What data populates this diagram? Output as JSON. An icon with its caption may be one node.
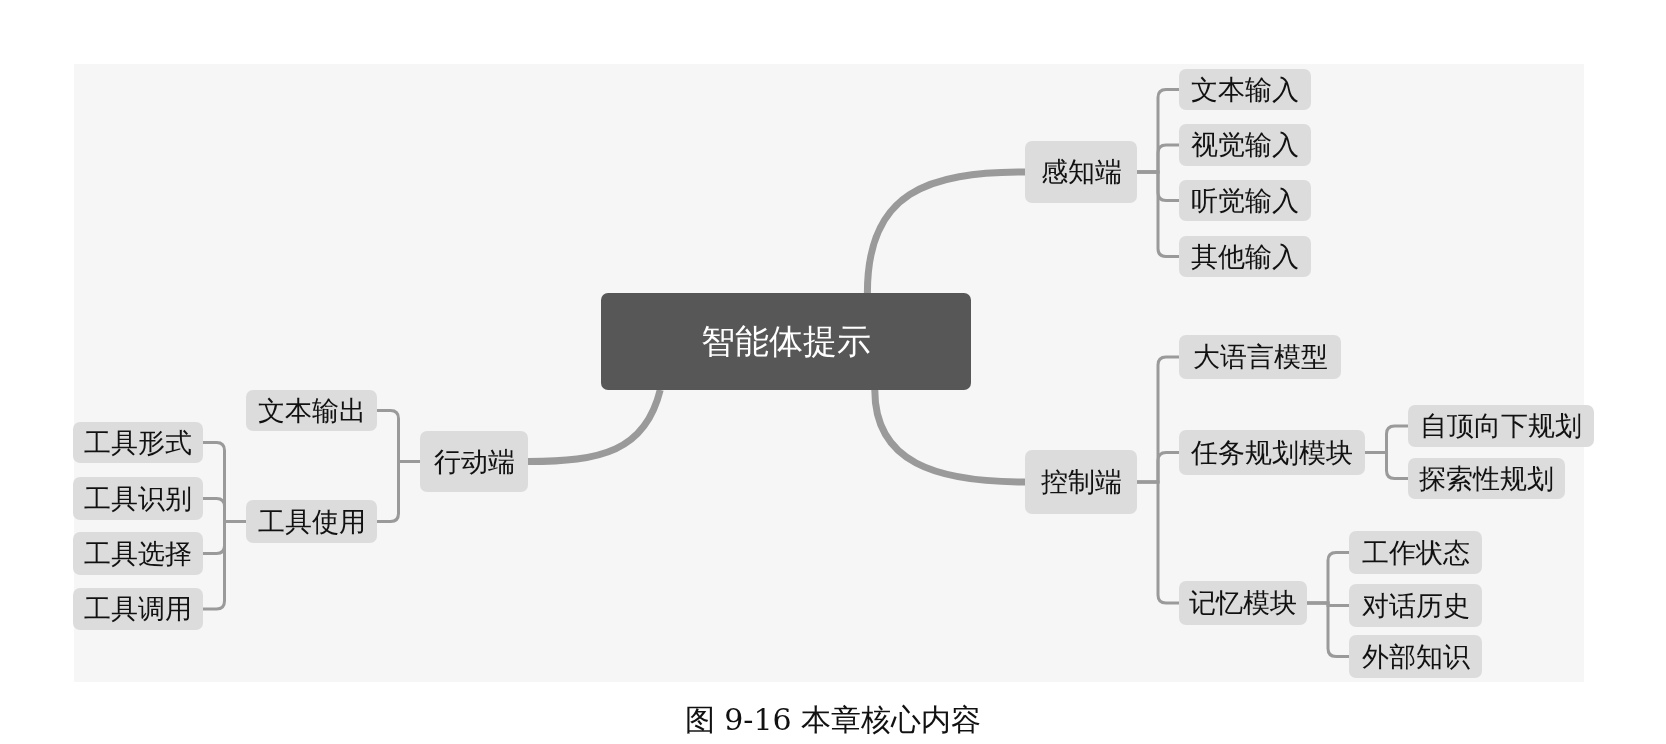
{
  "diagram": {
    "caption": "图 9-16 本章核心内容",
    "nodes": [
      {
        "text": [
          "智能体提示"
        ]
      },
      {
        "text": [
          "感知端"
        ]
      },
      {
        "text": [
          "文本输入"
        ]
      },
      {
        "text": [
          "视觉输入"
        ]
      },
      {
        "text": [
          "听觉输入"
        ]
      },
      {
        "text": [
          "其他输入"
        ]
      },
      {
        "text": [
          "控制端"
        ]
      },
      {
        "text": [
          "大语言模型"
        ]
      },
      {
        "text": [
          "任务规划模块"
        ]
      },
      {
        "text": [
          "自顶向下规划"
        ]
      },
      {
        "text": [
          "探索性规划"
        ]
      },
      {
        "text": [
          "记忆模块"
        ]
      },
      {
        "text": [
          "工作状态"
        ]
      },
      {
        "text": [
          "对话历史"
        ]
      },
      {
        "text": [
          "外部知识"
        ]
      },
      {
        "text": [
          "行动端"
        ]
      },
      {
        "text": [
          "文本输出"
        ]
      },
      {
        "text": [
          "工具使用"
        ]
      },
      {
        "text": [
          "工具形式"
        ]
      },
      {
        "text": [
          "工具识别"
        ]
      },
      {
        "text": [
          "工具选择"
        ]
      },
      {
        "text": [
          "工具调用"
        ]
      }
    ],
    "edges": [
      {
        "from": 0,
        "to": 1,
        "arrow": "none",
        "style": "thick"
      },
      {
        "from": 1,
        "to": 2,
        "arrow": "none"
      },
      {
        "from": 1,
        "to": 3,
        "arrow": "none"
      },
      {
        "from": 1,
        "to": 4,
        "arrow": "none"
      },
      {
        "from": 1,
        "to": 5,
        "arrow": "none"
      },
      {
        "from": 0,
        "to": 6,
        "arrow": "none",
        "style": "thick"
      },
      {
        "from": 6,
        "to": 7,
        "arrow": "none"
      },
      {
        "from": 6,
        "to": 8,
        "arrow": "none"
      },
      {
        "from": 6,
        "to": 11,
        "arrow": "none"
      },
      {
        "from": 8,
        "to": 9,
        "arrow": "none"
      },
      {
        "from": 8,
        "to": 10,
        "arrow": "none"
      },
      {
        "from": 11,
        "to": 12,
        "arrow": "none"
      },
      {
        "from": 11,
        "to": 13,
        "arrow": "none"
      },
      {
        "from": 11,
        "to": 14,
        "arrow": "none"
      },
      {
        "from": 0,
        "to": 15,
        "arrow": "none",
        "style": "thick"
      },
      {
        "from": 15,
        "to": 16,
        "arrow": "none"
      },
      {
        "from": 15,
        "to": 17,
        "arrow": "none"
      },
      {
        "from": 17,
        "to": 18,
        "arrow": "none"
      },
      {
        "from": 17,
        "to": 19,
        "arrow": "none"
      },
      {
        "from": 17,
        "to": 20,
        "arrow": "none"
      },
      {
        "from": 17,
        "to": 21,
        "arrow": "none"
      }
    ]
  }
}
